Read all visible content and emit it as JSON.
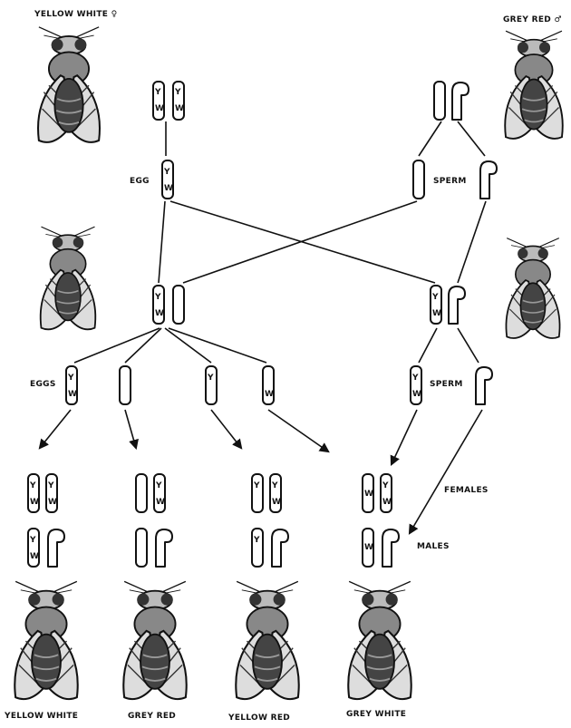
{
  "labels": {
    "parent_female": "YELLOW WHITE ♀",
    "parent_male": "GREY RED ♂",
    "egg": "EGG",
    "sperm_top": "SPERM",
    "eggs": "EGGS",
    "sperm_mid": "SPERM",
    "females": "FEMALES",
    "males": "MALES",
    "offspring_1": "YELLOW WHITE",
    "offspring_2": "GREY RED",
    "offspring_3": "YELLOW RED",
    "offspring_4": "GREY WHITE"
  },
  "genes": {
    "y": "Y",
    "w": "W"
  }
}
